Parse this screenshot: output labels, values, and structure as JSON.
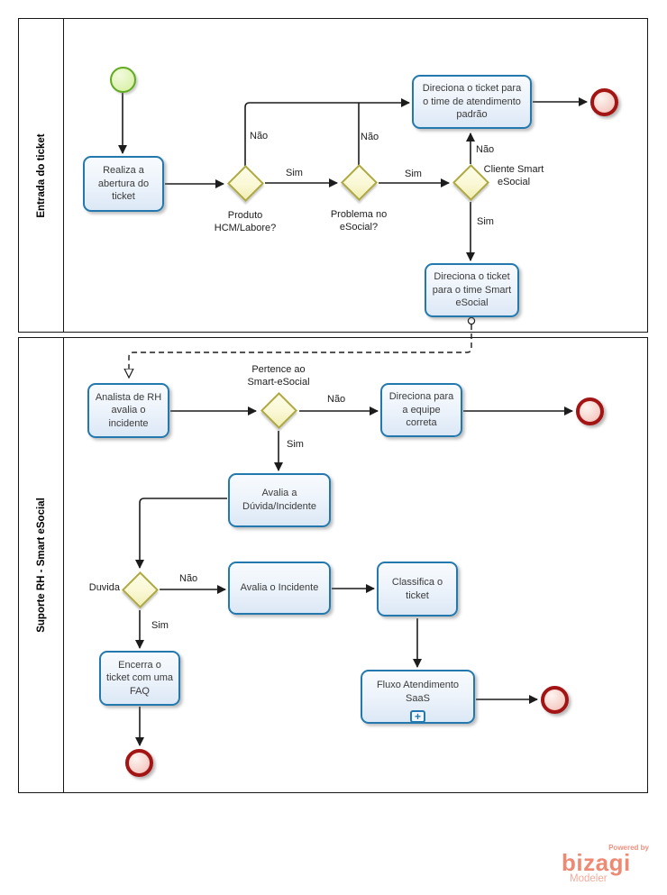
{
  "lanes": {
    "lane1": "Entrada do ticket",
    "lane2": "Suporte RH - Smart eSocial"
  },
  "tasks": {
    "realiza_abertura": "Realiza a abertura do ticket",
    "direciona_padrao": "Direciona o ticket para o time de atendimento padrão",
    "direciona_smart": "Direciona o ticket para o time Smart eSocial",
    "analista_rh": "Analista de RH avalia o incidente",
    "direciona_equipe": "Direciona para a equipe correta",
    "avalia_duvida": "Avalia a Dúvida/Incidente",
    "avalia_incidente": "Avalia o Incidente",
    "classifica_ticket": "Classifica o ticket",
    "fluxo_saas": "Fluxo Atendimento SaaS",
    "encerra_faq": "Encerra o ticket com uma FAQ"
  },
  "gateways": {
    "produto_hcm": "Produto HCM/Labore?",
    "problema_esocial": "Problema no eSocial?",
    "cliente_smart": "Cliente Smart eSocial",
    "pertence_smart": "Pertence ao Smart-eSocial",
    "duvida": "Duvida"
  },
  "edge_labels": {
    "sim": "Sim",
    "nao": "Não"
  },
  "subprocess": {
    "plus": "+"
  },
  "branding": {
    "powered_by": "Powered by",
    "brand": "bizagi",
    "product": "Modeler"
  },
  "colors": {
    "task_border": "#2379ae",
    "gateway_border": "#aeaa41",
    "start_border": "#60aa20",
    "end_border": "#a31414",
    "flow": "#1c1c1c",
    "brand": "#ee8a74"
  }
}
